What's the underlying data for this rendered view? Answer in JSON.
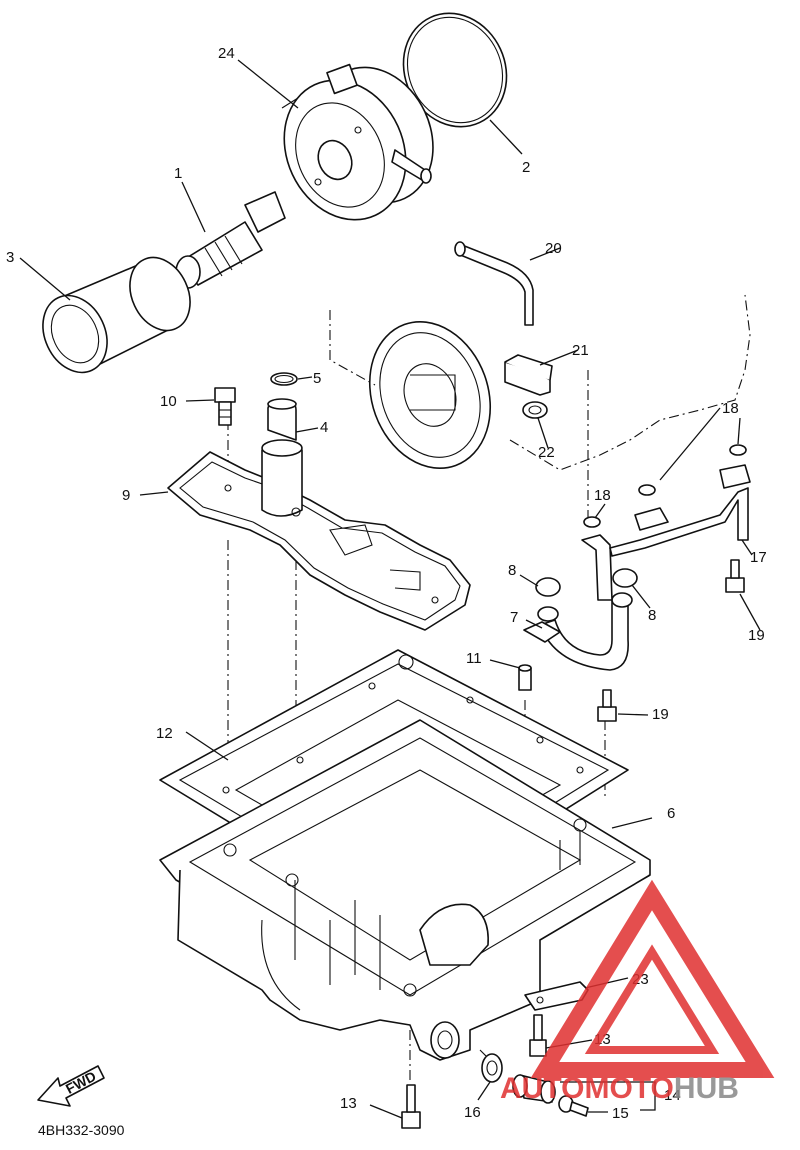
{
  "diagram": {
    "callouts": {
      "c1": "1",
      "c2": "2",
      "c3": "3",
      "c4": "4",
      "c5": "5",
      "c6": "6",
      "c7": "7",
      "c8a": "8",
      "c8b": "8",
      "c9": "9",
      "c10": "10",
      "c11": "11",
      "c12": "12",
      "c13a": "13",
      "c13b": "13",
      "c14": "14",
      "c15": "15",
      "c16": "16",
      "c17": "17",
      "c18a": "18",
      "c18b": "18",
      "c19a": "19",
      "c19b": "19",
      "c20": "20",
      "c21": "21",
      "c22": "22",
      "c23": "23",
      "c24": "24"
    },
    "fwd_label": "FWD",
    "figure_code": "4BH332-3090"
  },
  "watermark": {
    "part1": "AUTO",
    "part2": "MOTO",
    "part3": "HUB",
    "colors": {
      "red": "#e03030",
      "gray": "#888888"
    }
  }
}
